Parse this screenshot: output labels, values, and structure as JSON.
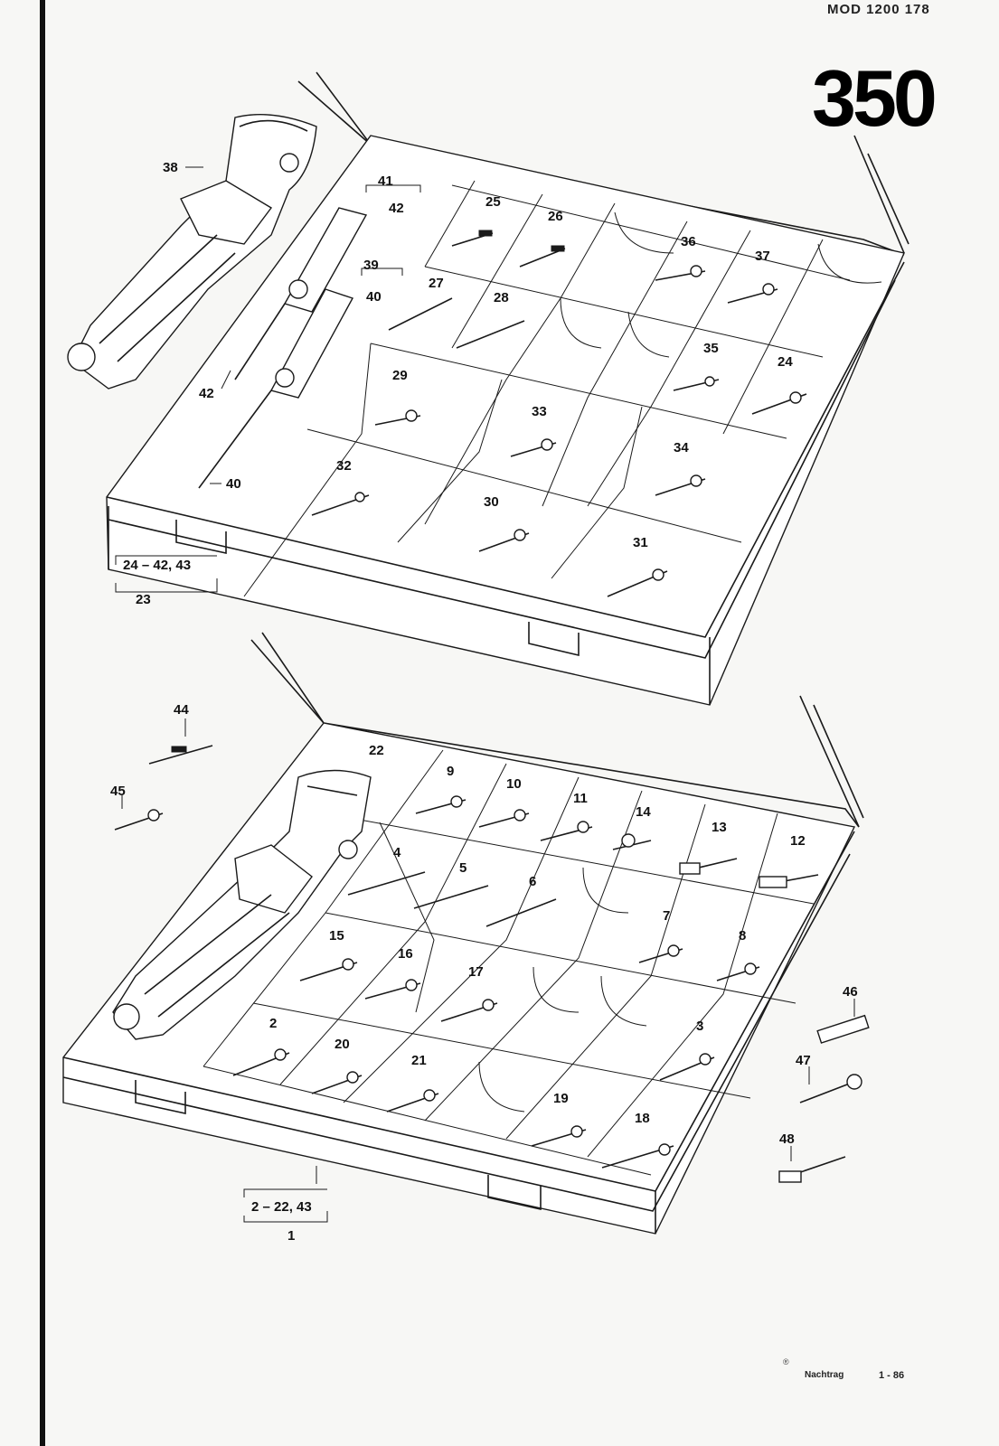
{
  "header": {
    "code": "MOD 1200 178"
  },
  "page_number": "350",
  "footer": {
    "note": "Nachtrag",
    "date": "1 - 86"
  },
  "upper_kit": {
    "assembly_label": "23",
    "assembly_range": "24 – 42, 43",
    "callouts": [
      "38",
      "41",
      "42",
      "39",
      "40",
      "42",
      "40",
      "25",
      "26",
      "36",
      "37",
      "27",
      "28",
      "35",
      "24",
      "29",
      "33",
      "34",
      "32",
      "30",
      "31"
    ]
  },
  "lower_kit": {
    "assembly_label": "1",
    "assembly_range": "2 – 22, 43",
    "callouts": [
      "22",
      "9",
      "10",
      "11",
      "14",
      "13",
      "12",
      "4",
      "5",
      "6",
      "7",
      "8",
      "15",
      "16",
      "17",
      "3",
      "2",
      "20",
      "21",
      "19",
      "18"
    ]
  },
  "loose_parts": {
    "callouts": [
      "44",
      "45",
      "46",
      "47",
      "48"
    ]
  }
}
